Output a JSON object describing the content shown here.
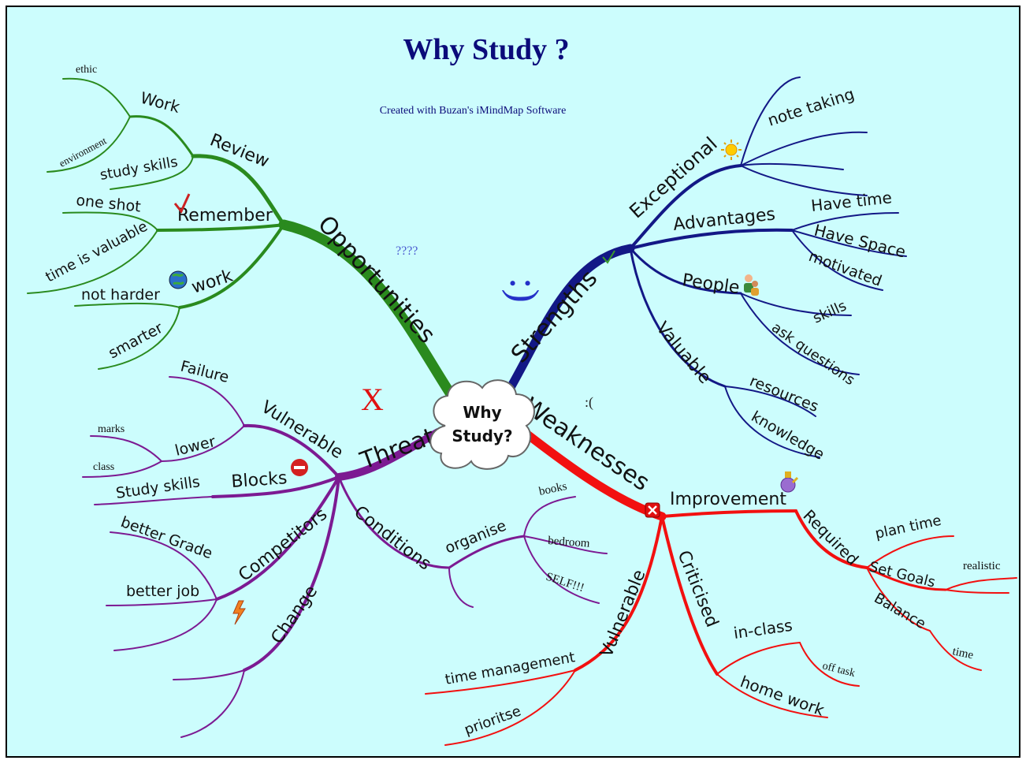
{
  "header": {
    "title": "Why Study ?",
    "subtitle": "Created with Buzan's iMindMap Software"
  },
  "center": {
    "line1": "Why",
    "line2": "Study?"
  },
  "colors": {
    "background": "#ccfdfd",
    "frame": "#000000",
    "title": "#0b0b7a",
    "opportunities": "#2a8a1e",
    "strengths": "#131886",
    "threats": "#7c1a92",
    "weaknesses": "#f21010",
    "label": "#111111",
    "cloud": "#ffffff"
  },
  "annotations": {
    "questions": "????",
    "smile": ":)",
    "frown": ":(",
    "cross": "X"
  },
  "opportunities": {
    "label": "Opportunities",
    "review": "Review",
    "work_upper": "Work",
    "ethic": "ethic",
    "environment": "environment",
    "study_skills": "study skills",
    "remember": "Remember",
    "one_shot": "one shot",
    "time_is_valuable": "time is valuable",
    "work_lower": "work",
    "not_harder": "not harder",
    "smarter": "smarter"
  },
  "strengths": {
    "label": "Strengths",
    "exceptional": "Exceptional",
    "note_taking": "note taking",
    "advantages": "Advantages",
    "have_time": "Have time",
    "have_space": "Have Space",
    "motivated": "motivated",
    "people": "People",
    "skills": "skills",
    "ask_questions": "ask questions",
    "valuable": "Valuable",
    "resources": "resources",
    "knowledge": "knowledge"
  },
  "threats": {
    "label": "Threats",
    "vulnerable": "Vulnerable",
    "failure": "Failure",
    "lower": "lower",
    "marks": "marks",
    "class": "class",
    "blocks": "Blocks",
    "study_skills": "Study skills",
    "competitors": "Competitors",
    "better_grade": "better Grade",
    "better_job": "better job",
    "change": "Change",
    "conditions": "Conditions",
    "organise": "organise",
    "books": "books",
    "bedroom": "bedroom",
    "self": "SELF!!!"
  },
  "weaknesses": {
    "label": "Weaknesses",
    "improvement": "Improvement",
    "required": "Required",
    "plan_time": "plan  time",
    "set_goals": "Set Goals",
    "realistic": "realistic",
    "balance": "Balance",
    "time": "time",
    "criticised": "Criticised",
    "in_class": "in-class",
    "off_task": "off task",
    "home_work": "home work",
    "vulnerable": "Vulnerable",
    "time_management": "time management",
    "prioritse": "prioritse"
  }
}
